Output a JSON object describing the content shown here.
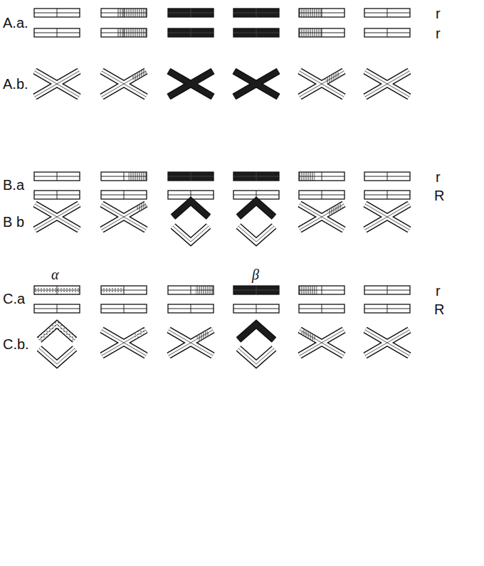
{
  "diagram": {
    "labels": [
      "A.a.",
      "r",
      "r",
      "A.b.",
      "B.a",
      "r",
      "R",
      "B b",
      "α",
      "β",
      "C.a",
      "r",
      "R",
      "C.b."
    ]
  }
}
